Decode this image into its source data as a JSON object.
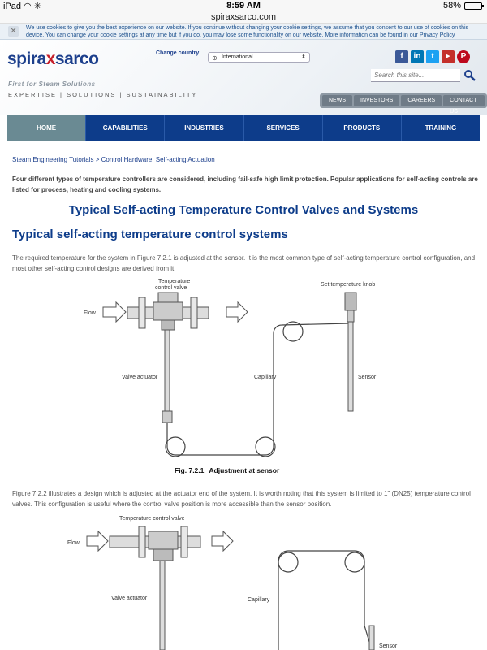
{
  "status": {
    "device": "iPad",
    "time": "8:59 AM",
    "battery": "58%",
    "battery_level": 0.58
  },
  "browser": {
    "url": "spiraxsarco.com"
  },
  "cookie": {
    "message": "We use cookies to give you the best experience on our website. If you continue without changing your cookie settings, we assume that you consent to our use of cookies on this device. You can change your cookie settings at any time but if you do, you may lose some functionality on our website. More information can be found in our Privacy Policy"
  },
  "header": {
    "logo_part1": "spira",
    "logo_x": "x",
    "logo_part2": "sarco",
    "tagline": "First for Steam Solutions",
    "pillars": "EXPERTISE | SOLUTIONS | SUSTAINABILITY",
    "change_country": "Change country",
    "country": "International",
    "search_placeholder": "Search this site...",
    "utility_links": [
      "NEWS",
      "INVESTORS",
      "CAREERS",
      "CONTACT US"
    ]
  },
  "nav": [
    "HOME",
    "CAPABILITIES",
    "INDUSTRIES",
    "SERVICES",
    "PRODUCTS",
    "TRAINING"
  ],
  "breadcrumb": "Steam Engineering Tutorials > Control Hardware: Self-acting Actuation",
  "intro": "Four different types of temperature controllers are considered, including fail-safe high limit protection. Popular applications for self-acting controls are listed for process, heating and cooling systems.",
  "title": "Typical Self-acting Temperature Control Valves and Systems",
  "subtitle": "Typical self-acting temperature control systems",
  "para1": "The required temperature for the system in Figure 7.2.1 is adjusted at the sensor. It is the most common type of self-acting temperature control configuration, and most other self-acting control designs are derived from it.",
  "fig1": {
    "label_valve_1": "Temperature",
    "label_valve_2": "control valve",
    "label_flow": "Flow",
    "label_knob": "Set temperature knob",
    "label_actuator": "Valve actuator",
    "label_capillary": "Capillary",
    "label_sensor": "Sensor",
    "caption_num": "Fig. 7.2.1",
    "caption_text": "Adjustment at sensor"
  },
  "para2": "Figure 7.2.2 illustrates a design which is adjusted at the actuator end of the system. It is worth noting that this system is limited to 1\" (DN25) temperature control valves. This configuration is useful where the control valve position is more accessible than the sensor position.",
  "fig2": {
    "label_valve": "Temperature control valve",
    "label_flow": "Flow",
    "label_actuator": "Valve actuator",
    "label_capillary": "Capillary",
    "label_sensor": "Sensor"
  },
  "colors": {
    "brand_blue": "#0d3c8a",
    "brand_red": "#c6202b",
    "nav_active": "#6a8a93"
  }
}
